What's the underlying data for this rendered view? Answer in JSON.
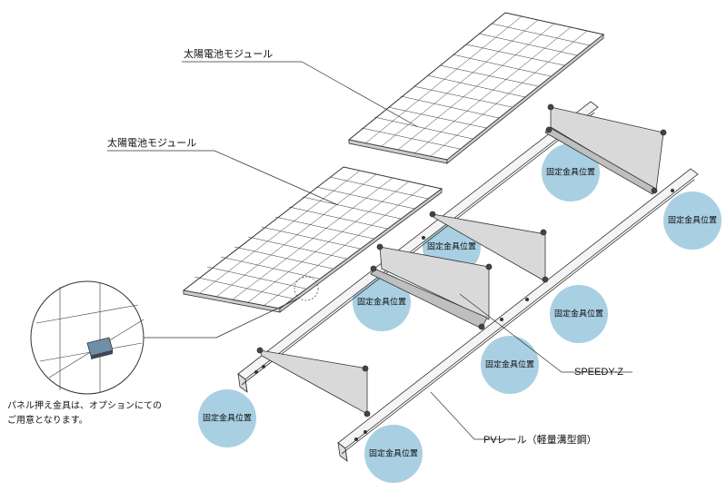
{
  "labels": {
    "module_upper": "太陽電池モジュール",
    "module_lower": "太陽電池モジュール",
    "speedy": "SPEEDY-Z",
    "pv_rail": "PVレール（軽量溝型鋼）",
    "note_line1": "パネル押え金具は、オプションにての",
    "note_line2": "ご用意となります。"
  },
  "fixing_positions": [
    "固定金具位置",
    "固定金具位置",
    "固定金具位置",
    "固定金具位置",
    "固定金具位置",
    "固定金具位置",
    "固定金具位置",
    "固定金具位置"
  ],
  "colors": {
    "circle": "#a9cfe2",
    "bracket": "#d9d9d9",
    "line": "#333333"
  }
}
